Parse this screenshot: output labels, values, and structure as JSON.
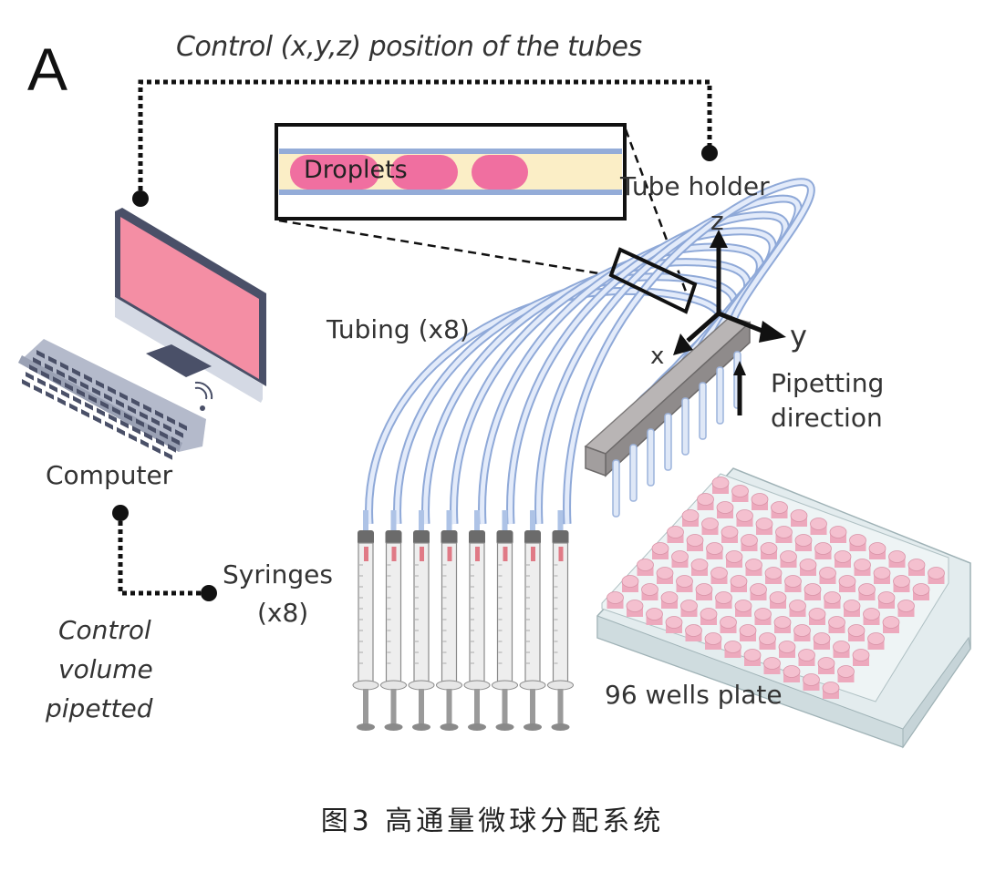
{
  "figure": {
    "panel_letter": "A",
    "caption": "图3 高通量微球分配系统",
    "labels": {
      "control_position": "Control (x,y,z) position of the tubes",
      "droplets": "Droplets",
      "tube_holder": "Tube holder",
      "tubing": "Tubing (x8)",
      "computer": "Computer",
      "syringes_line1": "Syringes",
      "syringes_line2": "(x8)",
      "control_volume_line1": "Control",
      "control_volume_line2": "volume",
      "control_volume_line3": "pipetted",
      "wells_plate": "96 wells plate",
      "pipetting_line1": "Pipetting",
      "pipetting_line2": "direction",
      "axis_x": "x",
      "axis_y": "y",
      "axis_z": "z"
    },
    "counts": {
      "syringes": 8,
      "tubes": 8,
      "wells": 96
    },
    "colors": {
      "screen": "#f48ea4",
      "monitor_frame": "#4a5068",
      "monitor_chin": "#d4d9e4",
      "keyboard": "#b4bacb",
      "keys": "#4a5068",
      "tubing": "#aec3e6",
      "droplet": "#f06fa0",
      "oil": "#fbeec6",
      "holder": "#a29e9e",
      "well": "#f4c0cf",
      "plate": "#dde8ea"
    }
  }
}
